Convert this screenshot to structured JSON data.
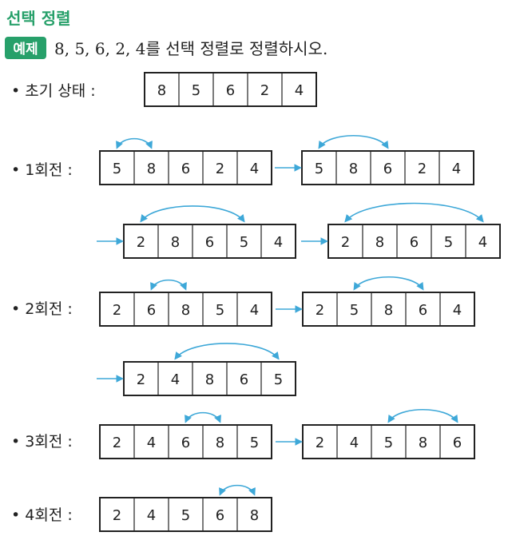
{
  "title": "선택 정렬",
  "badge": "예제",
  "problem": "8, 5, 6, 2, 4를 선택 정렬로 정렬하시오.",
  "colors": {
    "title": "#27a06a",
    "badge": "#27a06a",
    "accent": "#3ea8d8",
    "ink": "#222222"
  },
  "initial": {
    "label": "• 초기 상태 :",
    "values": [
      "8",
      "5",
      "6",
      "2",
      "4"
    ]
  },
  "passes": [
    {
      "label": "• 1회전 :",
      "steps": [
        {
          "values": [
            "5",
            "8",
            "6",
            "2",
            "4"
          ],
          "swap": [
            0,
            1
          ]
        },
        {
          "values": [
            "5",
            "8",
            "6",
            "2",
            "4"
          ],
          "swap": [
            0,
            2
          ]
        },
        {
          "values": [
            "2",
            "8",
            "6",
            "5",
            "4"
          ],
          "swap": [
            0,
            3
          ]
        },
        {
          "values": [
            "2",
            "8",
            "6",
            "5",
            "4"
          ],
          "swap": [
            0,
            4
          ]
        }
      ]
    },
    {
      "label": "• 2회전 :",
      "steps": [
        {
          "values": [
            "2",
            "6",
            "8",
            "5",
            "4"
          ],
          "swap": [
            1,
            2
          ]
        },
        {
          "values": [
            "2",
            "5",
            "8",
            "6",
            "4"
          ],
          "swap": [
            1,
            3
          ]
        },
        {
          "values": [
            "2",
            "4",
            "8",
            "6",
            "5"
          ],
          "swap": [
            1,
            4
          ]
        }
      ]
    },
    {
      "label": "• 3회전 :",
      "steps": [
        {
          "values": [
            "2",
            "4",
            "6",
            "8",
            "5"
          ],
          "swap": [
            2,
            3
          ]
        },
        {
          "values": [
            "2",
            "4",
            "5",
            "8",
            "6"
          ],
          "swap": [
            2,
            4
          ]
        }
      ]
    },
    {
      "label": "• 4회전 :",
      "steps": [
        {
          "values": [
            "2",
            "4",
            "5",
            "6",
            "8"
          ],
          "swap": [
            3,
            4
          ]
        }
      ]
    }
  ]
}
